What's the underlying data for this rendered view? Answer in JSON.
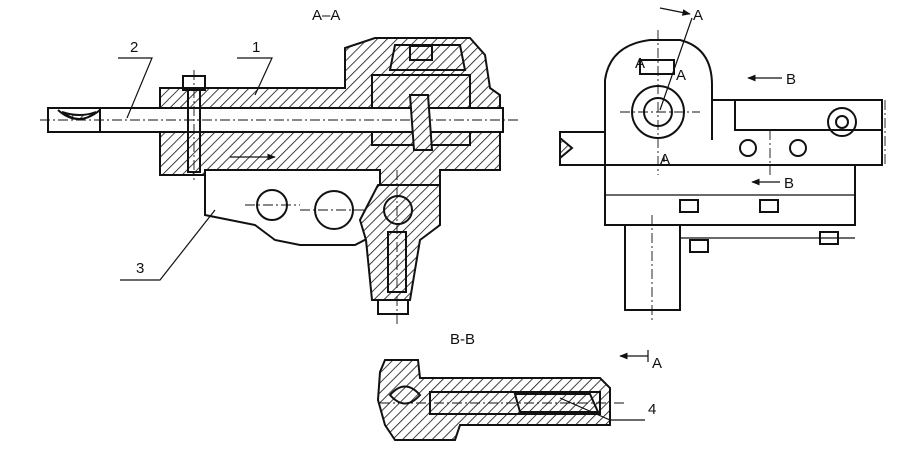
{
  "figure": {
    "section_labels": {
      "aa": "A–A",
      "bb": "B-B"
    },
    "part_numbers": [
      "1",
      "2",
      "3",
      "4"
    ],
    "view_markers": {
      "right_top_a": "A",
      "right_inner_a_left": "A",
      "right_inner_a_right": "A",
      "right_b_upper": "B",
      "right_b_lower": "B",
      "right_a_lower": "A",
      "bottom_a": "A"
    }
  }
}
